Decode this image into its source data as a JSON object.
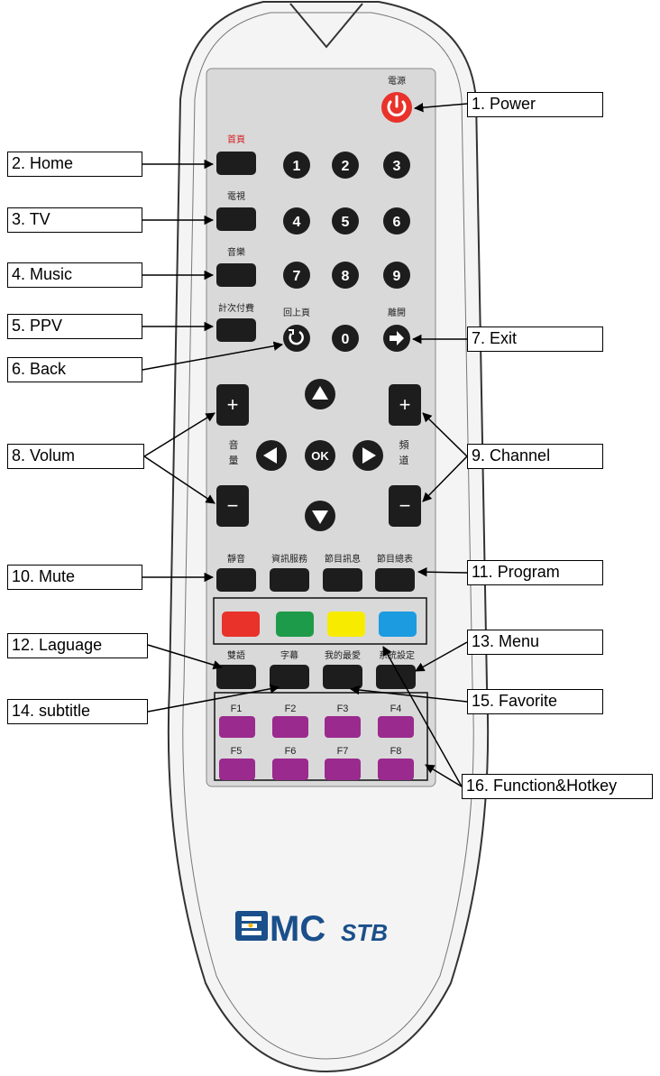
{
  "buttons": {
    "power_label": "電源",
    "home_label": "首頁",
    "tv_label": "電視",
    "music_label": "音樂",
    "ppv_label": "計次付費",
    "back_label": "回上頁",
    "exit_label": "離開",
    "volume_label": "音量",
    "channel_label": "頻道",
    "digits": [
      "1",
      "2",
      "3",
      "4",
      "5",
      "6",
      "7",
      "8",
      "9",
      "0"
    ],
    "ok": "OK",
    "plus": "+",
    "minus": "−",
    "mute_label": "靜音",
    "info_service_label": "資訊服務",
    "program_info_label": "節目訊息",
    "program_guide_label": "節目總表",
    "language_label": "雙語",
    "subtitle_label": "字幕",
    "favorite_label": "我的最愛",
    "menu_label": "系統設定",
    "f_keys": [
      "F1",
      "F2",
      "F3",
      "F4",
      "F5",
      "F6",
      "F7",
      "F8"
    ]
  },
  "color_keys": [
    "#e8322a",
    "#1e9b4a",
    "#f7ec00",
    "#1c9be0"
  ],
  "f_key_color": "#9a2a8e",
  "power_color": "#e8322a",
  "logo": {
    "text_main": "MC",
    "text_sub": "STB",
    "color": "#1a4f8b"
  },
  "callouts": [
    {
      "id": "power",
      "text": "1. Power"
    },
    {
      "id": "home",
      "text": "2. Home"
    },
    {
      "id": "tv",
      "text": "3. TV"
    },
    {
      "id": "music",
      "text": "4. Music"
    },
    {
      "id": "ppv",
      "text": "5. PPV"
    },
    {
      "id": "back",
      "text": "6. Back"
    },
    {
      "id": "exit",
      "text": "7. Exit"
    },
    {
      "id": "volume",
      "text": "8. Volum"
    },
    {
      "id": "channel",
      "text": "9. Channel"
    },
    {
      "id": "mute",
      "text": "10. Mute"
    },
    {
      "id": "program",
      "text": "11. Program"
    },
    {
      "id": "language",
      "text": "12. Laguage"
    },
    {
      "id": "menu",
      "text": "13. Menu"
    },
    {
      "id": "subtitle",
      "text": "14. subtitle"
    },
    {
      "id": "favorite",
      "text": "15. Favorite"
    },
    {
      "id": "function-hotkey",
      "text": "16. Function&Hotkey"
    }
  ]
}
